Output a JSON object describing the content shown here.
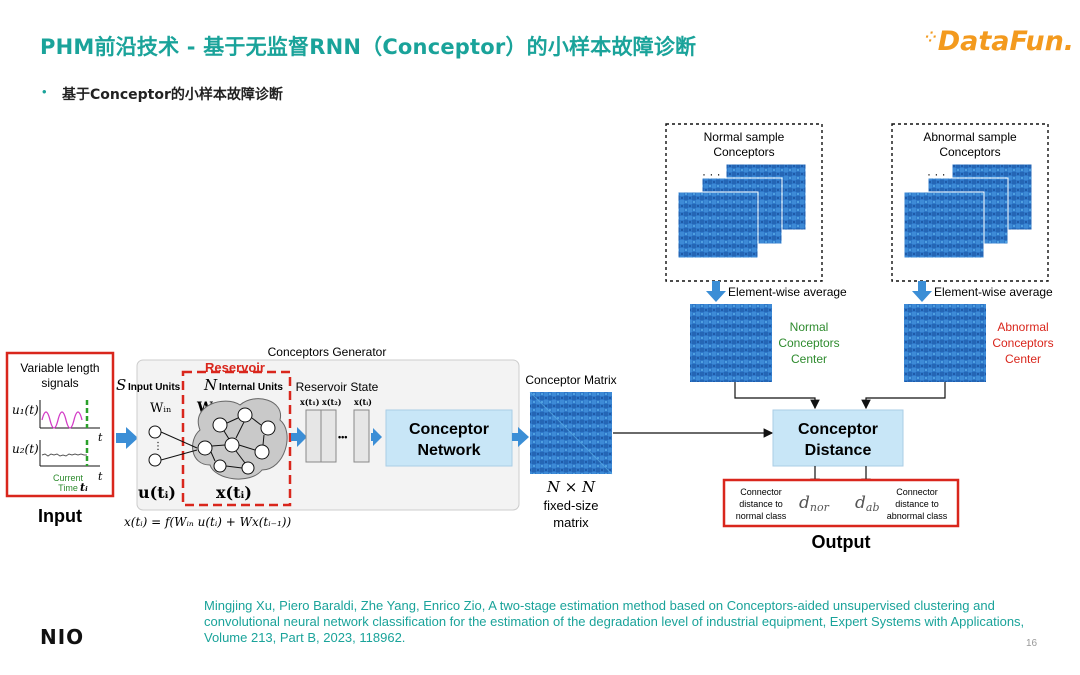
{
  "header": {
    "title": "PHM前沿技术 - 基于无监督RNN（Conceptor）的小样本故障诊断",
    "logo_text": "DataFun.",
    "bullet": "基于Conceptor的小样本故障诊断"
  },
  "diagram": {
    "input_box": {
      "title_line1": "Variable length",
      "title_line2": "signals",
      "u1": "u₁(t)",
      "u2": "u₂(t)",
      "t": "t",
      "current_line1": "Current",
      "current_line2": "Time",
      "ti": "tᵢ"
    },
    "input_label": "Input",
    "generator_label": "Conceptors Generator",
    "S": "S",
    "input_units": "Input Units",
    "N": "N",
    "internal_units": "Internal Units",
    "reservoir": "Reservoir",
    "w_in": "Wᵢₙ",
    "w": "W",
    "u_ti": "u(tᵢ)",
    "x_ti": "x(tᵢ)",
    "reservoir_state": "Reservoir State",
    "state_labels": [
      "x(t₁)",
      "x(t₂)",
      "x(tᵢ)"
    ],
    "ellipsis": "•••",
    "conceptor_network_line1": "Conceptor",
    "conceptor_network_line2": "Network",
    "equation": "x(tᵢ) = f(Wᵢₙ u(tᵢ) + Wx(tᵢ₋₁))",
    "conceptor_matrix": "Conceptor Matrix",
    "nxn": "N × N",
    "fixed_size_line1": "fixed-size",
    "fixed_size_line2": "matrix",
    "normal_samples_line1": "Normal sample",
    "normal_samples_line2": "Conceptors",
    "abnormal_samples_line1": "Abnormal sample",
    "abnormal_samples_line2": "Conceptors",
    "stack_dots": "· · ·",
    "element_avg": "Element-wise average",
    "normal_center": [
      "Normal",
      "Conceptors",
      "Center"
    ],
    "abnormal_center": [
      "Abnormal",
      "Conceptors",
      "Center"
    ],
    "distance_line1": "Conceptor",
    "distance_line2": "Distance",
    "out_left": [
      "Connector",
      "distance to",
      "normal class"
    ],
    "d_nor": "d",
    "d_nor_sub": "nor",
    "d_ab": "d",
    "d_ab_sub": "ab",
    "out_right": [
      "Connector",
      "distance to",
      "abnormal class"
    ],
    "output_label": "Output"
  },
  "footer": {
    "logo": "NIO",
    "citation": "Mingjing Xu, Piero Baraldi, Zhe Yang, Enrico Zio, A two-stage estimation method based on Conceptors-aided unsupervised clustering and convolutional neural network classification for the estimation of the degradation level of industrial equipment, Expert Systems with Applications, Volume 213, Part B, 2023, 118962.",
    "page_number": "16"
  },
  "colors": {
    "accent": "#1aa39a",
    "logo": "#f39a1e",
    "highlight_red": "#d9261c",
    "box_blue": "#c8e6f7",
    "arrow_blue": "#3b8ed6",
    "green_text": "#2e8b2e"
  }
}
